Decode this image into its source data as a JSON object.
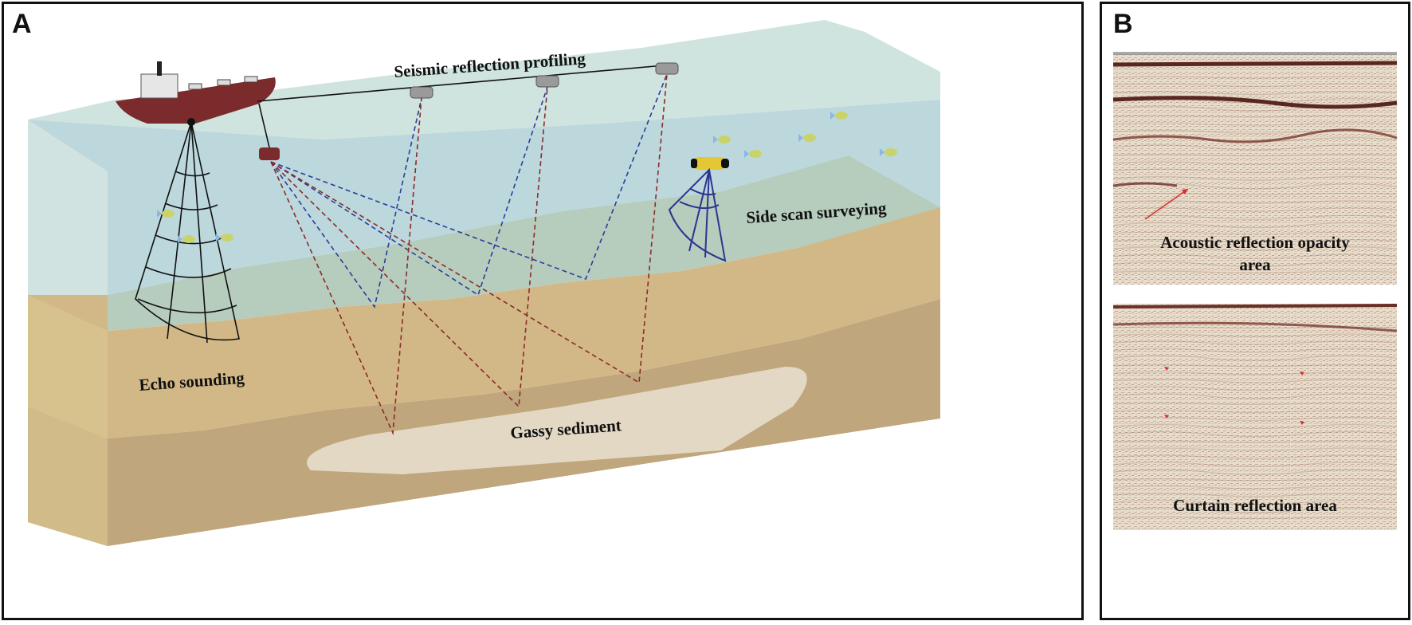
{
  "panel_a": {
    "letter": "A",
    "labels": {
      "seismic": "Seismic reflection profiling",
      "side_scan": "Side scan surveying",
      "echo": "Echo sounding",
      "gassy": "Gassy sediment"
    }
  },
  "panel_b": {
    "letter": "B",
    "top_label_line1": "Acoustic reflection opacity",
    "top_label_line2": "area",
    "bottom_label": "Curtain reflection area"
  },
  "colors": {
    "water_top": "#cfe3df",
    "water_front": "#bcd8dd",
    "sediment_upper": "#d3b887",
    "sediment_lower": "#bfa67c",
    "gassy": "#e2d8c4",
    "ship_hull": "#7b2b2b",
    "dashed_blue": "#2a3e9a",
    "dashed_red": "#8a2b2b",
    "side_scan": "#2b3590"
  }
}
